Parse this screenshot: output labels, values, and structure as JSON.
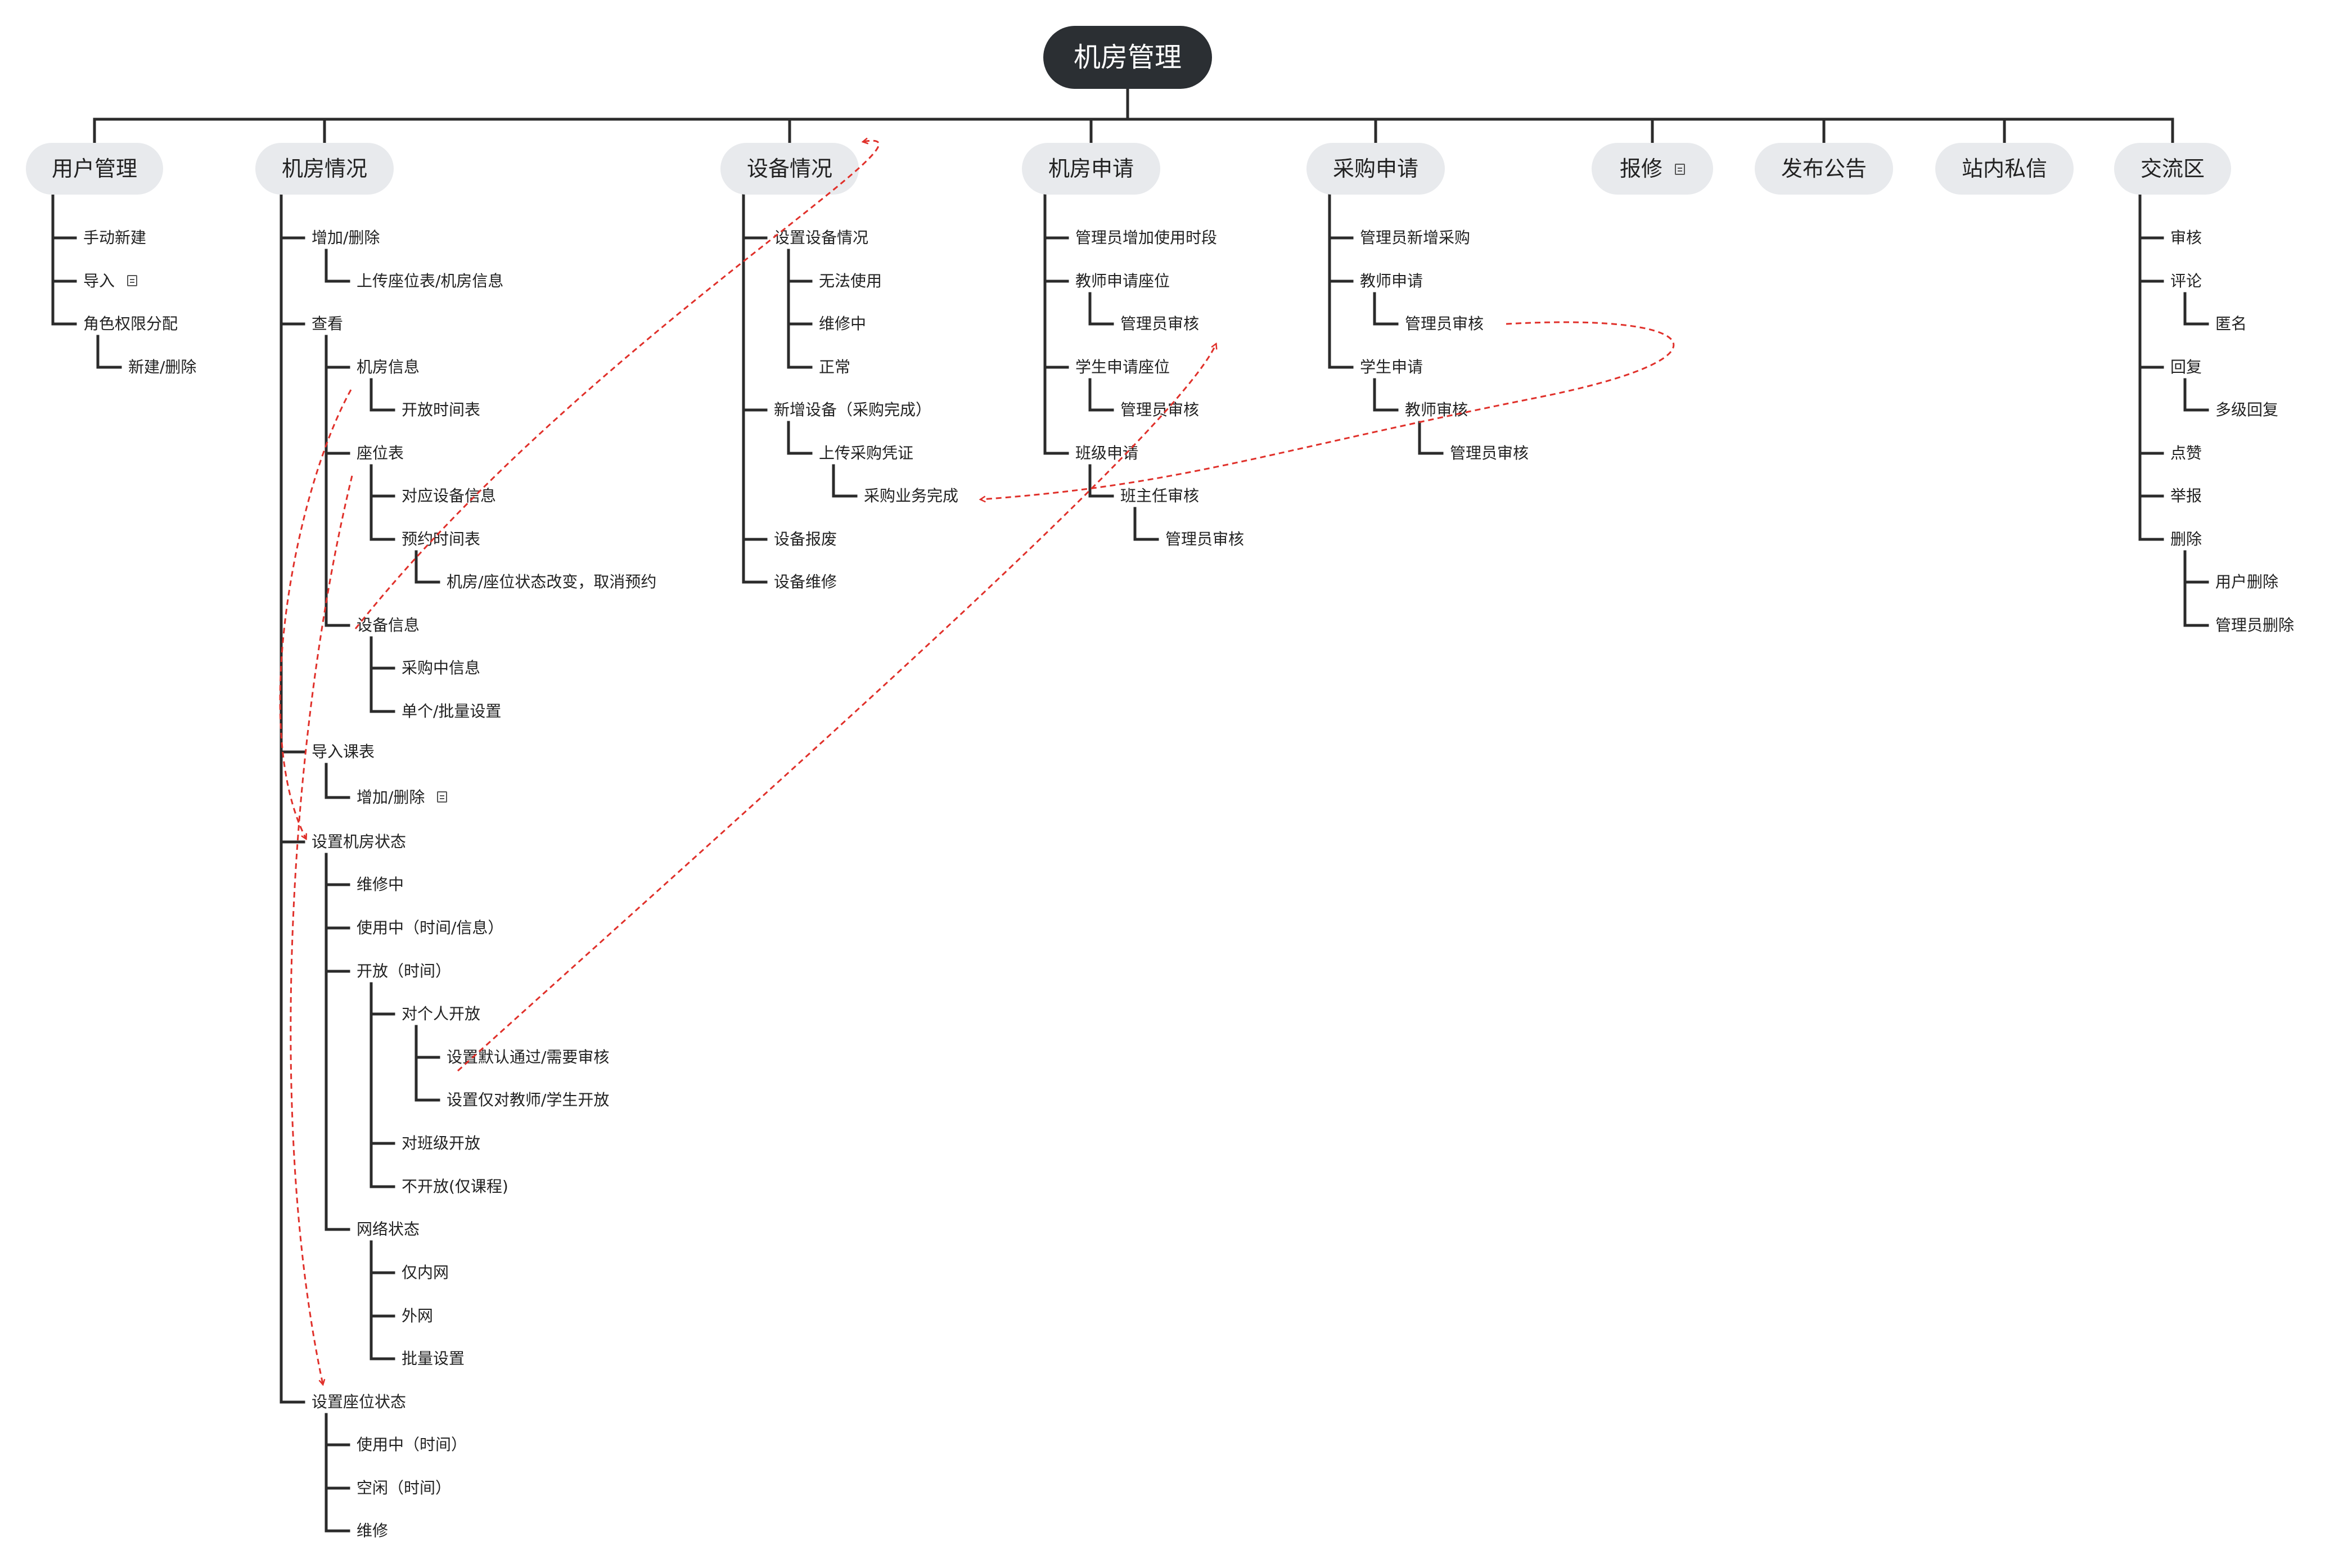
{
  "root": {
    "label": "机房管理"
  },
  "categories": [
    {
      "key": "user",
      "label": "用户管理"
    },
    {
      "key": "room",
      "label": "机房情况"
    },
    {
      "key": "device",
      "label": "设备情况"
    },
    {
      "key": "apply",
      "label": "机房申请"
    },
    {
      "key": "purchase",
      "label": "采购申请"
    },
    {
      "key": "repair",
      "label": "报修",
      "note_icon": "note-icon"
    },
    {
      "key": "notice",
      "label": "发布公告"
    },
    {
      "key": "message",
      "label": "站内私信"
    },
    {
      "key": "forum",
      "label": "交流区"
    }
  ],
  "nodes": {
    "u1": "手动新建",
    "u2": "导入",
    "u3": "角色权限分配",
    "u3a": "新建/删除",
    "r1": "增加/删除",
    "r1a": "上传座位表/机房信息",
    "r2": "查看",
    "r2a": "机房信息",
    "r2a1": "开放时间表",
    "r2b": "座位表",
    "r2b1": "对应设备信息",
    "r2b2": "预约时间表",
    "r2b2a": "机房/座位状态改变，取消预约",
    "r2c": "设备信息",
    "r2c1": "采购中信息",
    "r2c2": "单个/批量设置",
    "r3": "导入课表",
    "r3a": "增加/删除",
    "r4": "设置机房状态",
    "r4a": "维修中",
    "r4b": "使用中（时间/信息）",
    "r4c": "开放（时间）",
    "r4c1": "对个人开放",
    "r4c1a": "设置默认通过/需要审核",
    "r4c1b": "设置仅对教师/学生开放",
    "r4c2": "对班级开放",
    "r4c3": "不开放(仅课程)",
    "r4d": "网络状态",
    "r4d1": "仅内网",
    "r4d2": "外网",
    "r4d3": "批量设置",
    "r5": "设置座位状态",
    "r5a": "使用中（时间）",
    "r5b": "空闲（时间）",
    "r5c": "维修",
    "d1": "设置设备情况",
    "d1a": "无法使用",
    "d1b": "维修中",
    "d1c": "正常",
    "d2": "新增设备（采购完成）",
    "d2a": "上传采购凭证",
    "d2a1": "采购业务完成",
    "d3": "设备报废",
    "d4": "设备维修",
    "a1": "管理员增加使用时段",
    "a2": "教师申请座位",
    "a2a": "管理员审核",
    "a3": "学生申请座位",
    "a3a": "管理员审核",
    "a4": "班级申请",
    "a4a": "班主任审核",
    "a4a1": "管理员审核",
    "p1": "管理员新增采购",
    "p2": "教师申请",
    "p2a": "管理员审核",
    "p3": "学生申请",
    "p3a": "教师审核",
    "p3a1": "管理员审核",
    "f1": "审核",
    "f2": "评论",
    "f2a": "匿名",
    "f3": "回复",
    "f3a": "多级回复",
    "f4": "点赞",
    "f5": "举报",
    "f6": "删除",
    "f6a": "用户删除",
    "f6b": "管理员删除"
  },
  "note_icons": {
    "u2": "note-icon",
    "r3a": "note-icon"
  },
  "relations": [
    {
      "from": "r2c",
      "to": "device",
      "style": "dashed",
      "color": "#e0302a"
    },
    {
      "from": "r2a",
      "to": "r4",
      "style": "dashed",
      "color": "#e0302a"
    },
    {
      "from": "r2b",
      "to": "r5",
      "style": "dashed",
      "color": "#e0302a"
    },
    {
      "from": "r4c1a",
      "to": "a2a",
      "style": "dashed",
      "color": "#e0302a"
    },
    {
      "from": "p2a",
      "to": "d2a1",
      "style": "dashed",
      "color": "#e0302a"
    }
  ],
  "colors": {
    "line": "#2b2b2b",
    "relation": "#e0302a",
    "root_bg": "#2b2f33",
    "cat_bg": "#e8eaed"
  }
}
